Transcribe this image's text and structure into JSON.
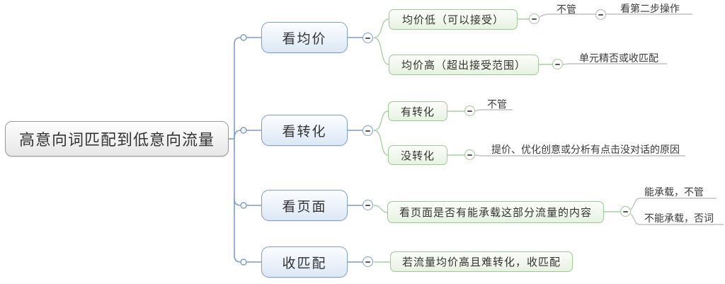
{
  "root": {
    "label": "高意向词匹配到低意向流量"
  },
  "branches": [
    {
      "label": "看均价",
      "children": [
        {
          "label": "均价低（可以接受）",
          "children": [
            {
              "label": "不管",
              "children": [
                {
                  "label": "看第二步操作"
                }
              ]
            }
          ]
        },
        {
          "label": "均价高（超出接受范围）",
          "children": [
            {
              "label": "单元精否或收匹配"
            }
          ]
        }
      ]
    },
    {
      "label": "看转化",
      "children": [
        {
          "label": "有转化",
          "children": [
            {
              "label": "不管"
            }
          ]
        },
        {
          "label": "没转化",
          "children": [
            {
              "label": "提价、优化创意或分析有点击没对话的原因"
            }
          ]
        }
      ]
    },
    {
      "label": "看页面",
      "children": [
        {
          "label": "看页面是否有能承载这部分流量的内容",
          "children": [
            {
              "label": "能承载，不管"
            },
            {
              "label": "不能承载，否词"
            }
          ]
        }
      ]
    },
    {
      "label": "收匹配",
      "children": [
        {
          "label": "若流量均价高且难转化，收匹配"
        }
      ]
    }
  ],
  "colors": {
    "branch_blue": "#7e9ec7",
    "child_green": "#9fc897",
    "line_gray": "#c2c2c2",
    "root_gray": "#9a9a9a"
  }
}
